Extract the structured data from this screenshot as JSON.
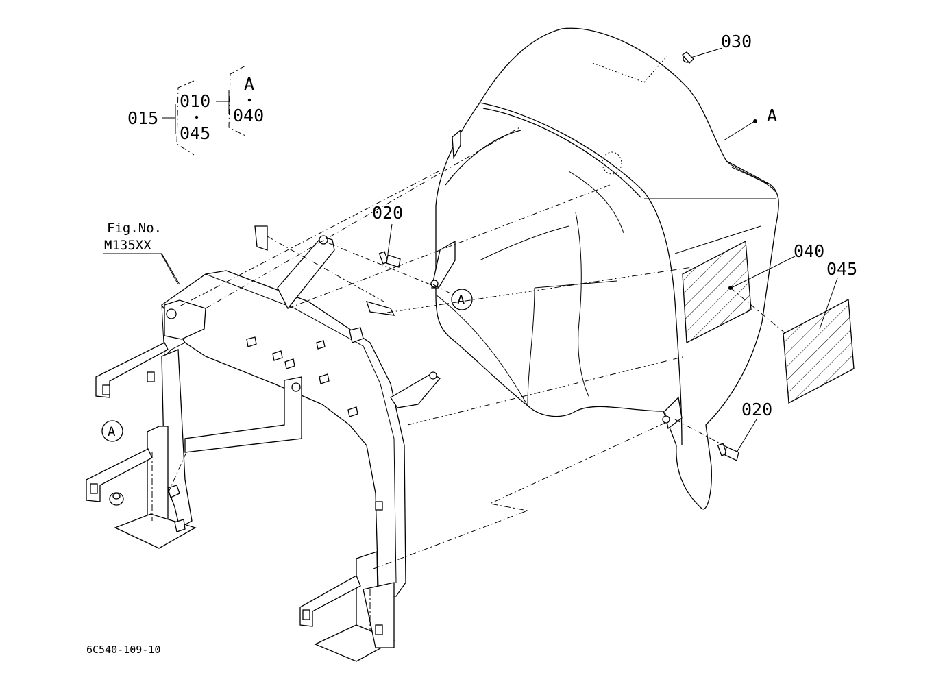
{
  "diagram": {
    "doc_code": "6C540-109-10",
    "figure_ref": {
      "title": "Fig.No.",
      "number": "M135XX"
    },
    "callouts": [
      {
        "id": "015",
        "text": "015"
      },
      {
        "id": "010",
        "text": "010"
      },
      {
        "id": "045",
        "text": "045"
      },
      {
        "id": "A",
        "text": "A"
      },
      {
        "id": "040",
        "text": "040"
      },
      {
        "id": "030",
        "text": "030"
      },
      {
        "id": "020",
        "text": "020"
      }
    ],
    "ref_marker": "A"
  }
}
